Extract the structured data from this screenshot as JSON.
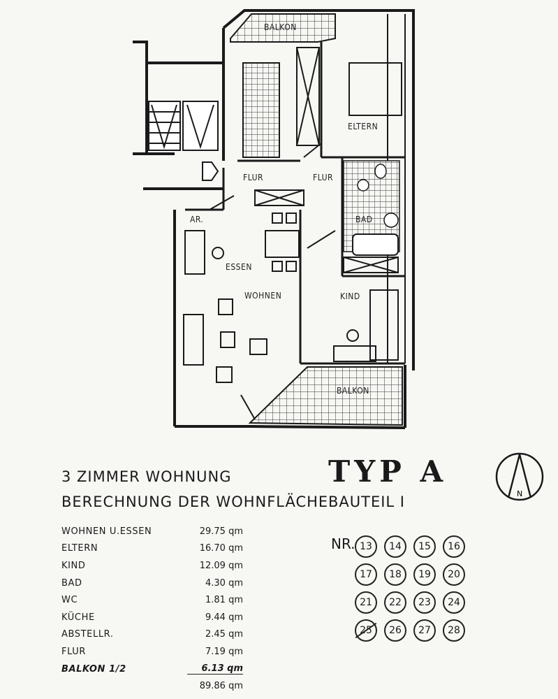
{
  "plan": {
    "labels": {
      "balkon_top": "BALKON",
      "eltern": "ELTERN",
      "flur_left": "FLUR",
      "flur_right": "FLUR",
      "ar": "AR.",
      "bad": "BAD",
      "essen": "ESSEN",
      "wohnen": "WOHNEN",
      "kind": "KIND",
      "balkon_bottom": "BALKON"
    }
  },
  "header": {
    "title1": "3 ZIMMER WOHNUNG",
    "title2": "BERECHNUNG DER WOHNFLÄCHE",
    "typ": "TYP A",
    "bauteil": "BAUTEIL I",
    "compass_letter": "N"
  },
  "areas": [
    {
      "label": "WOHNEN U.ESSEN",
      "value": "29.75 qm"
    },
    {
      "label": "ELTERN",
      "value": "16.70 qm"
    },
    {
      "label": "KIND",
      "value": "12.09 qm"
    },
    {
      "label": "BAD",
      "value": "4.30 qm"
    },
    {
      "label": "WC",
      "value": "1.81 qm"
    },
    {
      "label": "KÜCHE",
      "value": "9.44 qm"
    },
    {
      "label": "ABSTELLR.",
      "value": "2.45 qm"
    },
    {
      "label": "FLUR",
      "value": "7.19 qm"
    },
    {
      "label": "BALKON 1/2",
      "value": "6.13 qm"
    },
    {
      "label": "",
      "value": "89.86 qm"
    }
  ],
  "numbers": {
    "label": "NR.",
    "items": [
      {
        "n": "13",
        "crossed": false
      },
      {
        "n": "14",
        "crossed": false
      },
      {
        "n": "15",
        "crossed": false
      },
      {
        "n": "16",
        "crossed": false
      },
      {
        "n": "17",
        "crossed": false
      },
      {
        "n": "18",
        "crossed": false
      },
      {
        "n": "19",
        "crossed": false
      },
      {
        "n": "20",
        "crossed": false
      },
      {
        "n": "21",
        "crossed": false
      },
      {
        "n": "22",
        "crossed": false
      },
      {
        "n": "23",
        "crossed": false
      },
      {
        "n": "24",
        "crossed": false
      },
      {
        "n": "25",
        "crossed": true
      },
      {
        "n": "26",
        "crossed": false
      },
      {
        "n": "27",
        "crossed": false
      },
      {
        "n": "28",
        "crossed": false
      }
    ]
  }
}
